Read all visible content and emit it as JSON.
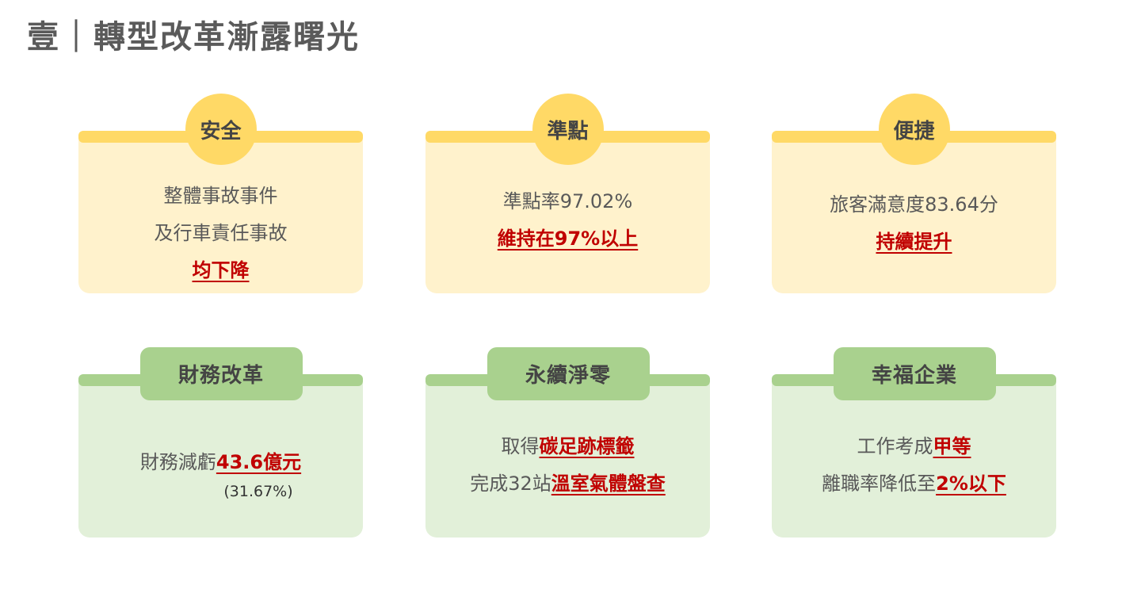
{
  "title": "壹｜轉型改革漸露曙光",
  "cards": [
    {
      "label": "安全",
      "lines": [
        "整體事故事件",
        "及行車責任事故"
      ],
      "highlight": "均下降"
    },
    {
      "label": "準點",
      "line": "準點率97.02%",
      "highlight": "維持在97%以上"
    },
    {
      "label": "便捷",
      "line": "旅客滿意度83.64分",
      "highlight": "持續提升"
    },
    {
      "label": "財務改革",
      "prefix": "財務減虧",
      "highlight": "43.6億元",
      "note": "(31.67%)"
    },
    {
      "label": "永續淨零",
      "l1_prefix": "取得",
      "l1_highlight": "碳足跡標籤",
      "l2_prefix": "完成32站",
      "l2_highlight": "溫室氣體盤查"
    },
    {
      "label": "幸福企業",
      "l1_prefix": "工作考成",
      "l1_highlight": "甲等",
      "l2_prefix": "離職率降低至",
      "l2_highlight": "2%以下"
    }
  ]
}
